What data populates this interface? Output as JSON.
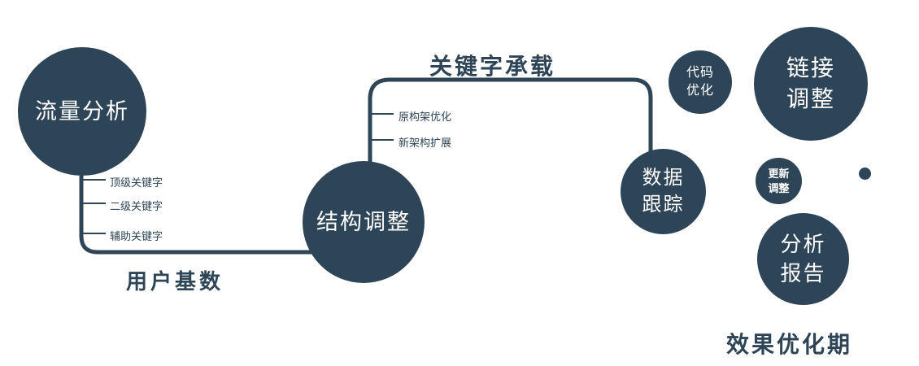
{
  "colors": {
    "primary": "#2e4557",
    "text_on_primary": "#ffffff"
  },
  "diagram": {
    "nodes": {
      "traffic": {
        "label": "流量分析"
      },
      "structure": {
        "label": "结构调整"
      },
      "tracking": {
        "line1": "数据",
        "line2": "跟踪"
      },
      "code": {
        "line1": "代码",
        "line2": "优化"
      },
      "link": {
        "line1": "链接",
        "line2": "调整"
      },
      "update": {
        "line1": "更新",
        "line2": "调整"
      },
      "report": {
        "line1": "分析",
        "line2": "报告"
      }
    },
    "edge_labels": {
      "keyword_carry": "关键字承载",
      "user_base": "用户基数"
    },
    "left_branches": [
      "顶级关键字",
      "二级关键字",
      "辅助关键字"
    ],
    "top_branches": [
      "原构架优化",
      "新架构扩展"
    ],
    "footer_label": "效果优化期"
  }
}
